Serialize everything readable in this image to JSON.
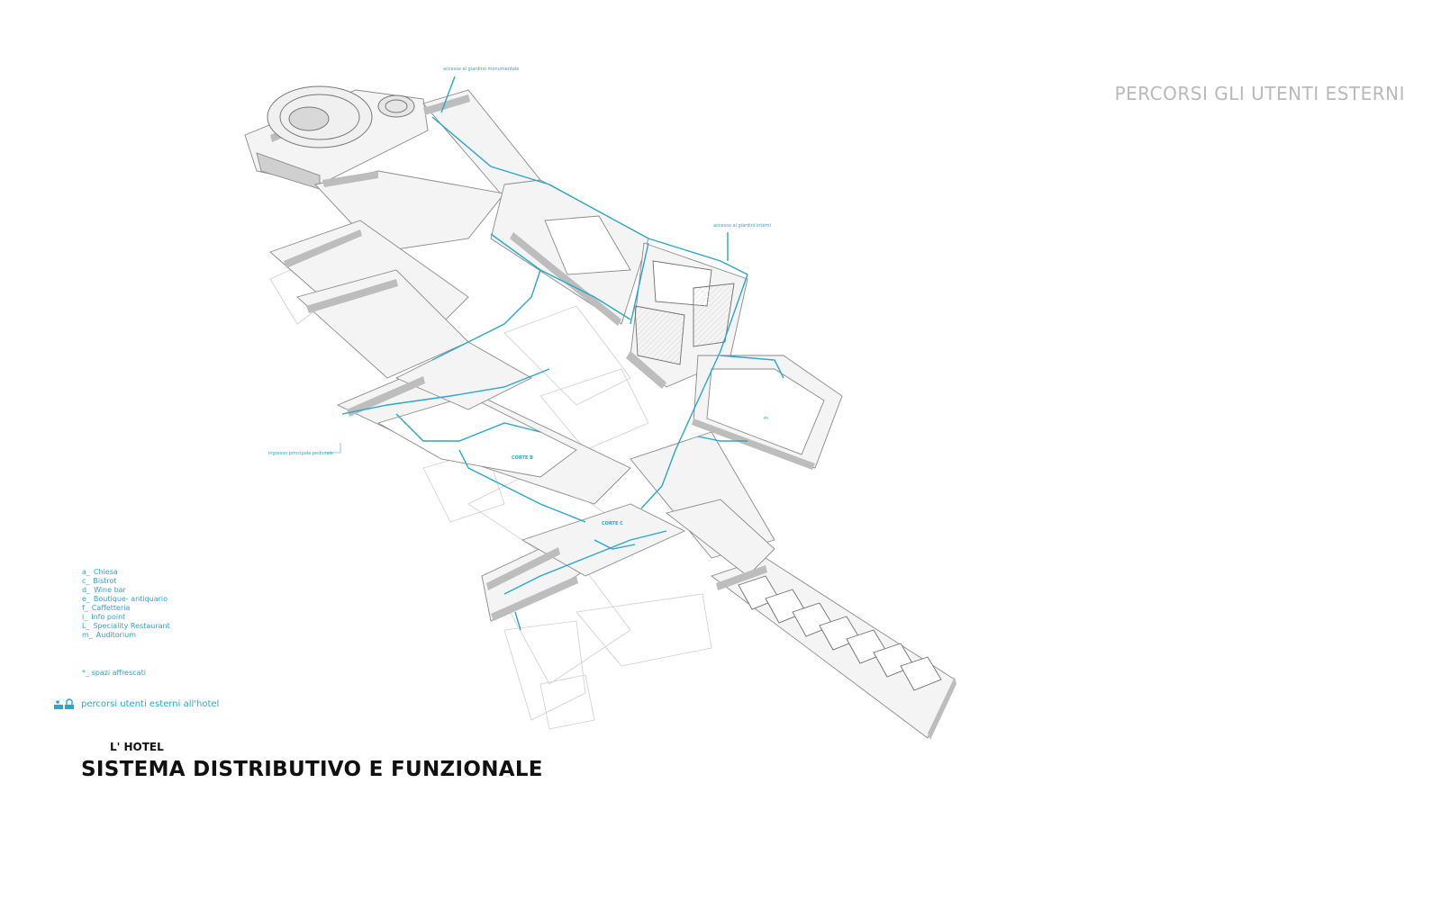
{
  "header": {
    "title": "PERCORSI GLI UTENTI ESTERNI"
  },
  "plan_labels": {
    "garden_access": "accesso al giardino monumentale",
    "garden_access_2": "accesso ai giardini interni",
    "main_pedestrian_entry": "ingresso principale pedonale",
    "corte_b": "CORTE B",
    "corte_c": "CORTE C",
    "room_m": "m"
  },
  "legend": {
    "items": [
      {
        "key": "a_",
        "label": "Chiesa"
      },
      {
        "key": "c_",
        "label": "Bistrot"
      },
      {
        "key": "d_",
        "label": "Wine bar"
      },
      {
        "key": "e_",
        "label": "Boutique- antiquario"
      },
      {
        "key": "f_",
        "label": "Caffetteria"
      },
      {
        "key": "i_",
        "label": "Info point"
      },
      {
        "key": "L_",
        "label": "Speciality Restaurant"
      },
      {
        "key": "m_",
        "label": "Auditorium"
      }
    ],
    "note": "*_ spazi affrescati",
    "route_label": "percorsi utenti esterni all'hotel"
  },
  "footer": {
    "subtitle": "L' HOTEL",
    "title": "SISTEMA DISTRIBUTIVO E FUNZIONALE"
  },
  "colors": {
    "route": "#2aa7c9",
    "wall_shadow": "#b8b8b8",
    "heading": "#b9b9b9"
  }
}
